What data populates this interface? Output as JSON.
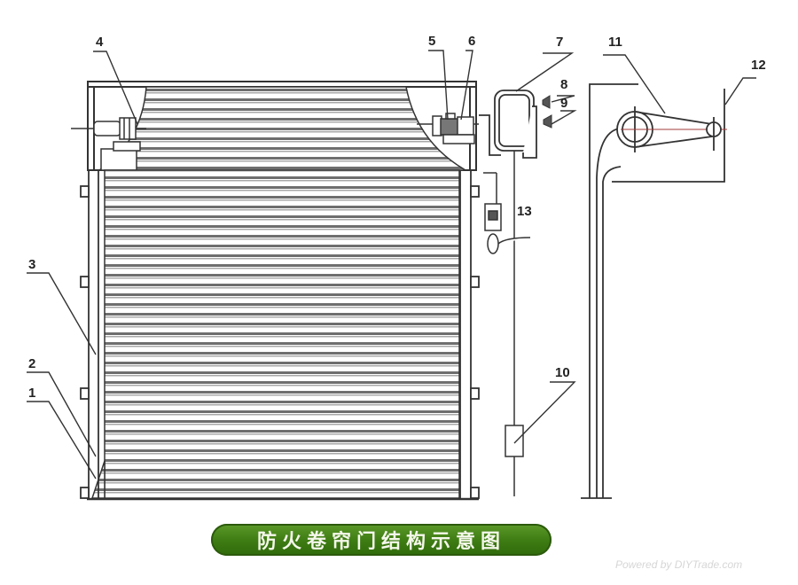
{
  "diagram": {
    "title": "防火卷帘门结构示意图",
    "watermark": "Powered by DIYTrade.com",
    "labels": [
      {
        "id": "1",
        "text": "1"
      },
      {
        "id": "2",
        "text": "2"
      },
      {
        "id": "3",
        "text": "3"
      },
      {
        "id": "4",
        "text": "4"
      },
      {
        "id": "5",
        "text": "5"
      },
      {
        "id": "6",
        "text": "6"
      },
      {
        "id": "7",
        "text": "7"
      },
      {
        "id": "8",
        "text": "8"
      },
      {
        "id": "9",
        "text": "9"
      },
      {
        "id": "10",
        "text": "10"
      },
      {
        "id": "11",
        "text": "11"
      },
      {
        "id": "12",
        "text": "12"
      },
      {
        "id": "13",
        "text": "13"
      }
    ],
    "colors": {
      "banner": "#3f7d14",
      "line": "#333333",
      "slat": "#7a7a7a",
      "accent_red": "#a33a3a"
    }
  }
}
